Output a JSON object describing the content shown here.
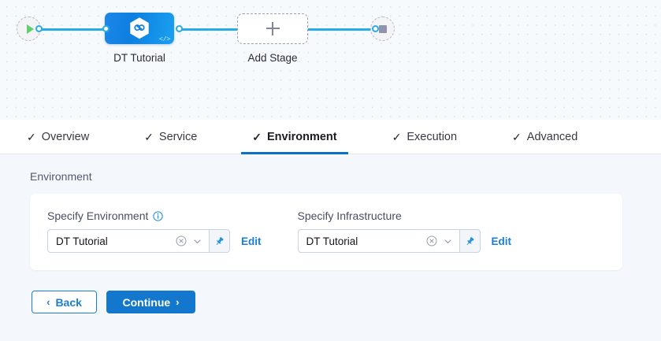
{
  "canvas": {
    "start_node": {
      "name": "start-node",
      "icon": "play-icon"
    },
    "end_node": {
      "name": "end-node",
      "icon": "stop-icon"
    },
    "stage": {
      "label": "DT Tutorial",
      "icon": "harness-hexagon-icon",
      "badge": "</>"
    },
    "add_stage": {
      "label": "Add Stage",
      "icon": "plus-icon"
    }
  },
  "tabs": [
    {
      "label": "Overview",
      "check": "✓",
      "active": false
    },
    {
      "label": "Service",
      "check": "✓",
      "active": false
    },
    {
      "label": "Environment",
      "check": "✓",
      "active": true
    },
    {
      "label": "Execution",
      "check": "✓",
      "active": false
    },
    {
      "label": "Advanced",
      "check": "✓",
      "active": false
    }
  ],
  "section": {
    "title": "Environment"
  },
  "fields": [
    {
      "label": "Specify Environment",
      "has_info": true,
      "value": "DT Tutorial",
      "edit_label": "Edit",
      "pinned": true
    },
    {
      "label": "Specify Infrastructure",
      "has_info": false,
      "value": "DT Tutorial",
      "edit_label": "Edit",
      "pinned": true
    }
  ],
  "footer": {
    "back_label": "Back",
    "back_chevron": "‹",
    "continue_label": "Continue",
    "continue_chevron": "›"
  },
  "colors": {
    "accent_blue": "#1277cd",
    "link_blue": "#1a7fd4",
    "edge_blue": "#27ace5",
    "play_green": "#5ece6e",
    "canvas_bg": "#f7fafd",
    "content_bg": "#f4f8fc"
  }
}
